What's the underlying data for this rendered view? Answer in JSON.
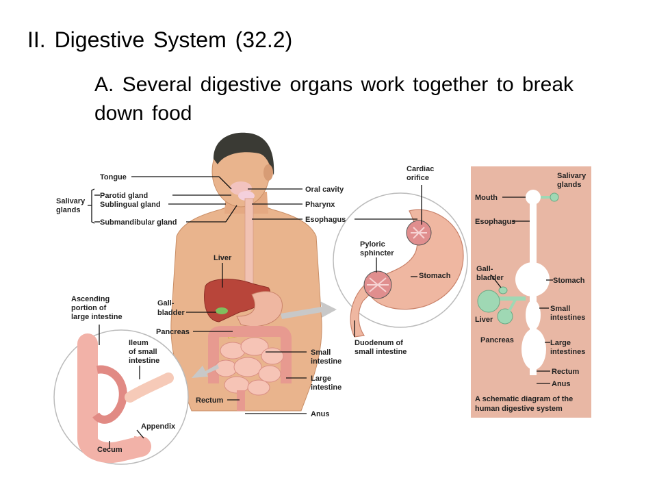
{
  "heading": "II. Digestive System (32.2)",
  "subheading": "A. Several digestive organs work together to break down food",
  "labels": {
    "tongue": "Tongue",
    "salivary_glands": [
      "Salivary",
      "glands"
    ],
    "parotid_gland": "Parotid gland",
    "sublingual_gland": "Sublingual gland",
    "submandibular_gland": "Submandibular gland",
    "oral_cavity": "Oral cavity",
    "pharynx": "Pharynx",
    "esophagus": "Esophagus",
    "liver": "Liver",
    "gallbladder": [
      "Gall-",
      "bladder"
    ],
    "pancreas": "Pancreas",
    "small_intestine": [
      "Small",
      "intestine"
    ],
    "large_intestine": [
      "Large",
      "intestine"
    ],
    "rectum": "Rectum",
    "anus": "Anus",
    "ascending_portion": [
      "Ascending",
      "portion of",
      "large intestine"
    ],
    "ileum": [
      "Ileum",
      "of small",
      "intestine"
    ],
    "appendix": "Appendix",
    "cecum": "Cecum",
    "cardiac_orifice": [
      "Cardiac",
      "orifice"
    ],
    "pyloric_sphincter": [
      "Pyloric",
      "sphincter"
    ],
    "stomach": "Stomach",
    "duodenum": [
      "Duodenum of",
      "small intestine"
    ]
  },
  "schematic": {
    "salivary_glands": [
      "Salivary",
      "glands"
    ],
    "mouth": "Mouth",
    "esophagus": "Esophagus",
    "gallbladder": [
      "Gall-",
      "bladder"
    ],
    "liver": "Liver",
    "pancreas": "Pancreas",
    "stomach": "Stomach",
    "small_intestines": [
      "Small",
      "intestines"
    ],
    "large_intestines": [
      "Large",
      "intestines"
    ],
    "rectum": "Rectum",
    "anus": "Anus",
    "caption": [
      "A schematic diagram of the",
      "human digestive system"
    ]
  },
  "colors": {
    "skin": "#e9b48d",
    "hair": "#3a3a34",
    "liver": "#b8453a",
    "stomach": "#efb7a1",
    "intestine": "#f2b2a8",
    "schematic_bg": "#e8b7a4",
    "schematic_organ": "#ffffff",
    "schematic_green": "#9fd8b4"
  }
}
